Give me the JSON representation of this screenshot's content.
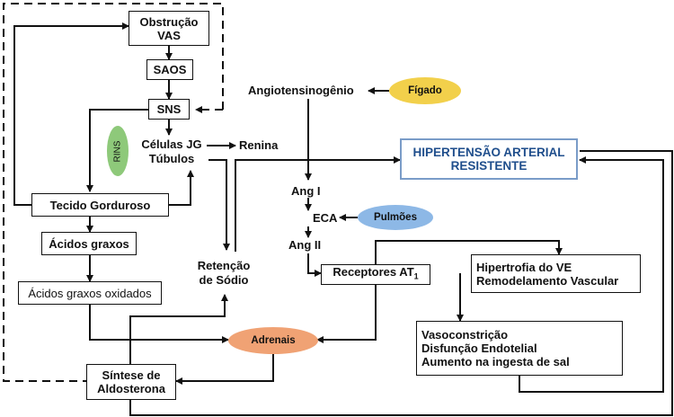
{
  "nodes": {
    "obstrucao_vas": [
      "Obstrução",
      "VAS"
    ],
    "saos": "SAOS",
    "sns": "SNS",
    "rins": "RINS",
    "celulas_jg": [
      "Células JG",
      "Túbulos"
    ],
    "renina": "Renina",
    "tecido_gorduroso": "Tecido Gorduroso",
    "acidos_graxos": "Ácidos graxos",
    "acidos_graxos_oxidados": "Ácidos graxos oxidados",
    "retencao_sodio": [
      "Retenção",
      "de Sódio"
    ],
    "adrenais": "Adrenais",
    "sintese_aldosterona": [
      "Síntese de",
      "Aldosterona"
    ],
    "angiotensinogenio": "Angiotensinogênio",
    "figado": "Fígado",
    "hipertensao": [
      "HIPERTENSÃO ARTERIAL",
      "RESISTENTE"
    ],
    "ang_i": "Ang I",
    "eca": "ECA",
    "pulmoes": "Pulmões",
    "ang_ii": "Ang II",
    "receptores_at1": "Receptores AT",
    "receptores_at1_sub": "1",
    "hipertrofia": [
      "Hipertrofia do VE",
      "Remodelamento Vascular"
    ],
    "vasoconstricao": [
      "Vasoconstrição",
      "Disfunção Endotelial",
      "Aumento na ingesta de sal"
    ]
  },
  "colors": {
    "rins_oval": "#8ec97a",
    "figado_oval": "#f2d04b",
    "pulmoes_oval": "#8db8e6",
    "adrenais_oval": "#f0a274",
    "hipertensao_border": "#7a9cc8",
    "hipertensao_text": "#1f4e8c"
  }
}
